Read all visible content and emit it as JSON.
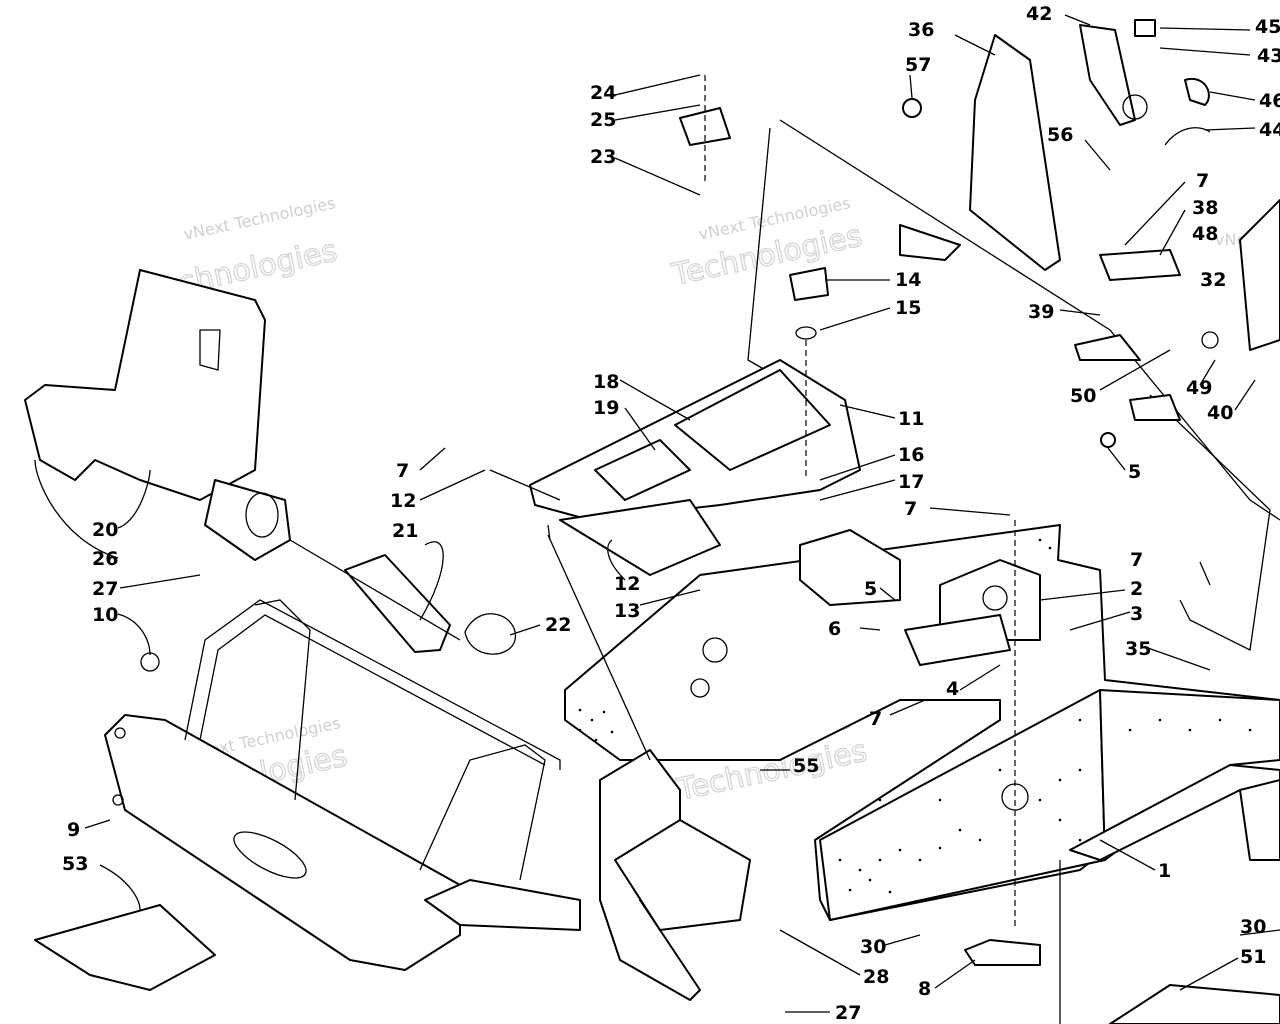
{
  "watermark": {
    "company": "vNext Technologies",
    "word": "vNext",
    "word2": "Technologies"
  },
  "callouts": [
    {
      "id": "c45",
      "text": "45"
    },
    {
      "id": "c43",
      "text": "43"
    },
    {
      "id": "c46",
      "text": "46"
    },
    {
      "id": "c44",
      "text": "44"
    },
    {
      "id": "c42",
      "text": "42"
    },
    {
      "id": "c36",
      "text": "36"
    },
    {
      "id": "c57",
      "text": "57"
    },
    {
      "id": "c56",
      "text": "56"
    },
    {
      "id": "c7a",
      "text": "7"
    },
    {
      "id": "c38",
      "text": "38"
    },
    {
      "id": "c48",
      "text": "48"
    },
    {
      "id": "c32",
      "text": "32"
    },
    {
      "id": "c39",
      "text": "39"
    },
    {
      "id": "c50",
      "text": "50"
    },
    {
      "id": "c49",
      "text": "49"
    },
    {
      "id": "c40",
      "text": "40"
    },
    {
      "id": "c5a",
      "text": "5"
    },
    {
      "id": "c24",
      "text": "24"
    },
    {
      "id": "c25",
      "text": "25"
    },
    {
      "id": "c23",
      "text": "23"
    },
    {
      "id": "c14",
      "text": "14"
    },
    {
      "id": "c15",
      "text": "15"
    },
    {
      "id": "c18",
      "text": "18"
    },
    {
      "id": "c19",
      "text": "19"
    },
    {
      "id": "c11",
      "text": "11"
    },
    {
      "id": "c16",
      "text": "16"
    },
    {
      "id": "c17",
      "text": "17"
    },
    {
      "id": "c7b",
      "text": "7"
    },
    {
      "id": "c7c",
      "text": "7"
    },
    {
      "id": "c12a",
      "text": "12"
    },
    {
      "id": "c21",
      "text": "21"
    },
    {
      "id": "c20",
      "text": "20"
    },
    {
      "id": "c26",
      "text": "26"
    },
    {
      "id": "c27a",
      "text": "27"
    },
    {
      "id": "c10",
      "text": "10"
    },
    {
      "id": "c22",
      "text": "22"
    },
    {
      "id": "c12b",
      "text": "12"
    },
    {
      "id": "c13",
      "text": "13"
    },
    {
      "id": "c5b",
      "text": "5"
    },
    {
      "id": "c6",
      "text": "6"
    },
    {
      "id": "c2",
      "text": "2"
    },
    {
      "id": "c7d",
      "text": "7"
    },
    {
      "id": "c3",
      "text": "3"
    },
    {
      "id": "c35",
      "text": "35"
    },
    {
      "id": "c4",
      "text": "4"
    },
    {
      "id": "c7e",
      "text": "7"
    },
    {
      "id": "c9",
      "text": "9"
    },
    {
      "id": "c53",
      "text": "53"
    },
    {
      "id": "c55",
      "text": "55"
    },
    {
      "id": "c1",
      "text": "1"
    },
    {
      "id": "c30a",
      "text": "30"
    },
    {
      "id": "c28",
      "text": "28"
    },
    {
      "id": "c27b",
      "text": "27"
    },
    {
      "id": "c8",
      "text": "8"
    },
    {
      "id": "c30b",
      "text": "30"
    },
    {
      "id": "c51",
      "text": "51"
    }
  ]
}
